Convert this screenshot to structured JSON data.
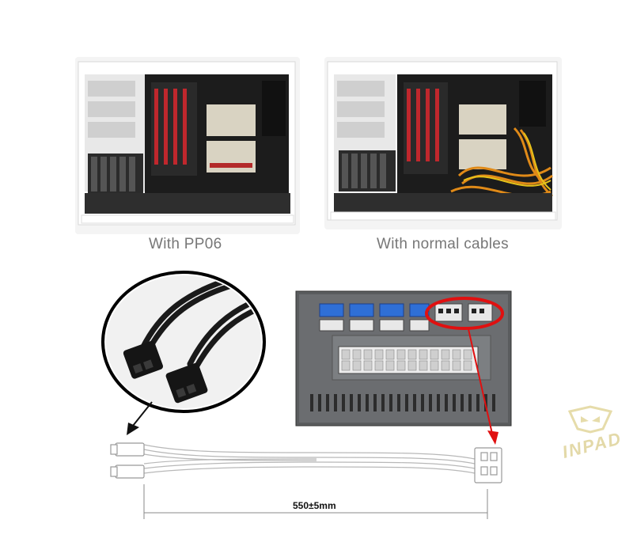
{
  "top": {
    "left_caption": "With PP06",
    "right_caption": "With normal cables"
  },
  "bottom": {
    "length_label": "550±5mm"
  },
  "brand": {
    "watermark": "INPAD"
  },
  "colors": {
    "highlight": "#e01010",
    "cable_orange": "#e08a18",
    "port_blue": "#2f6fd6",
    "psu_panel": "#5a5c5e"
  }
}
